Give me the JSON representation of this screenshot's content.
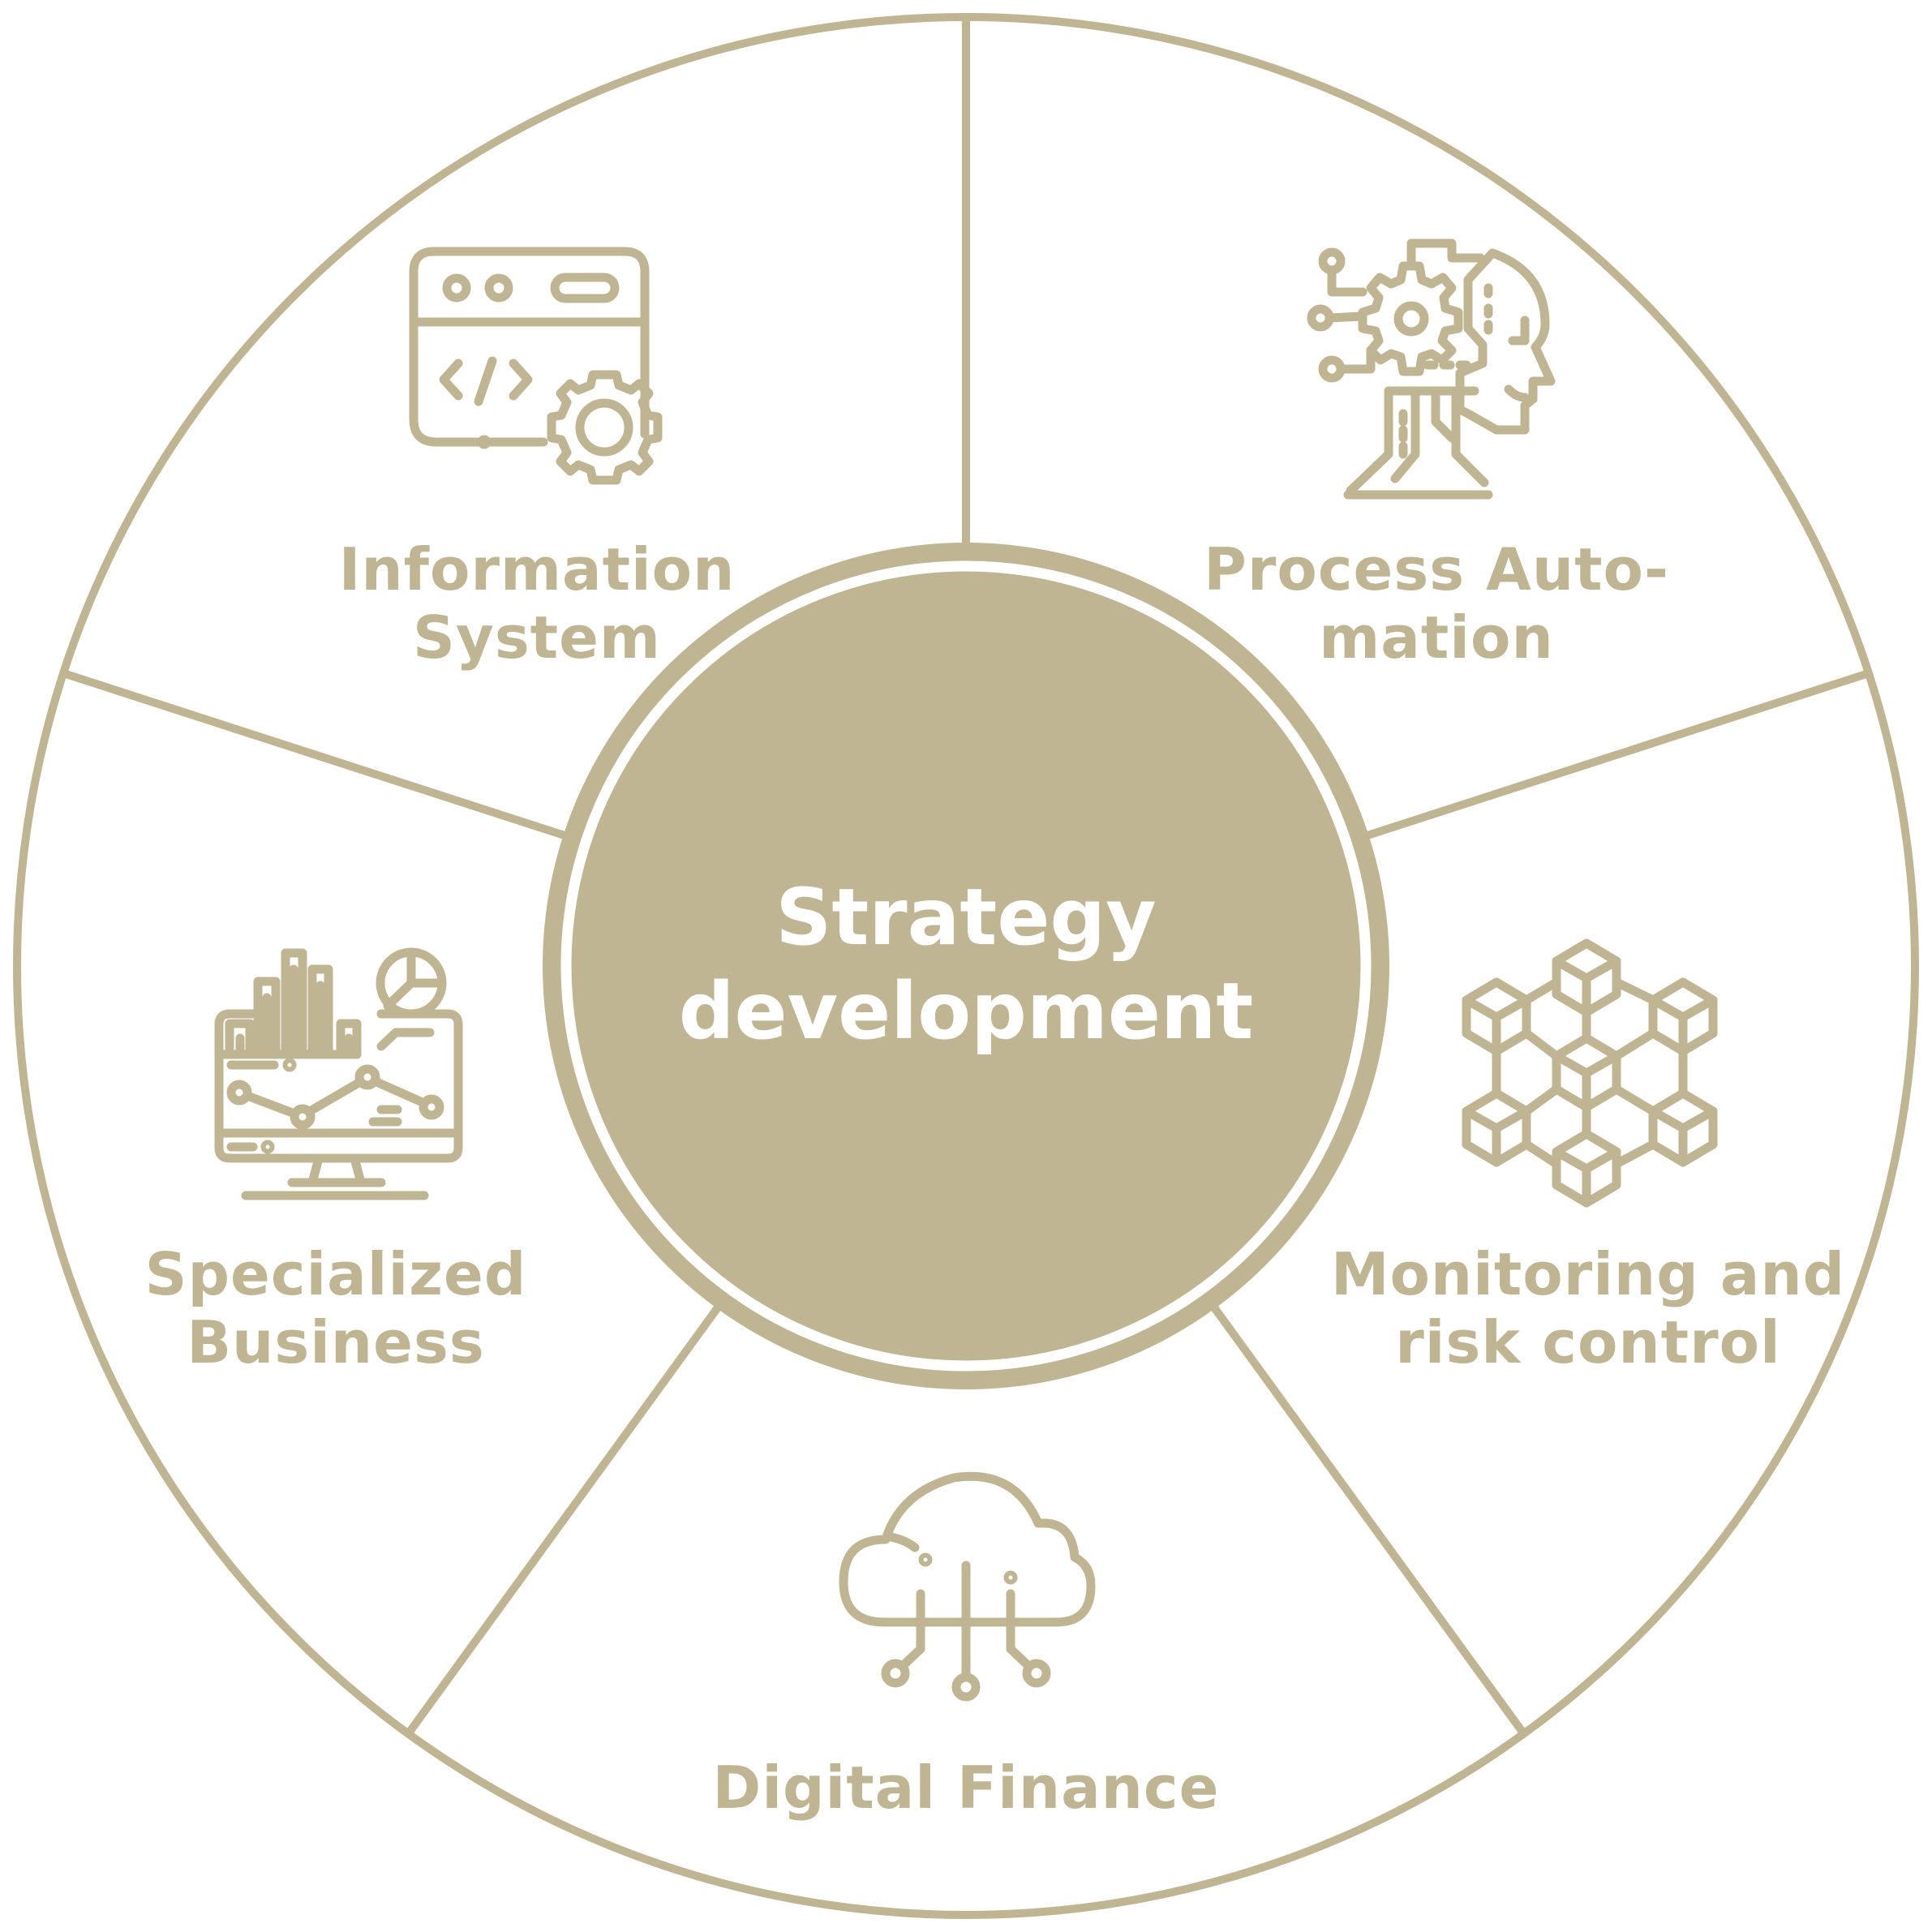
{
  "colors": {
    "accent": "#c0b592",
    "background": "#ffffff",
    "center_text": "#ffffff"
  },
  "center": {
    "line1": "Strategy",
    "line2": "development"
  },
  "segments": [
    {
      "icon": "code-settings-icon",
      "line1": "Information",
      "line2": "System"
    },
    {
      "icon": "automation-robot-icon",
      "line1": "Process Auto-",
      "line2": "mation"
    },
    {
      "icon": "blockchain-cubes-icon",
      "line1": "Monitoring and",
      "line2": "risk control"
    },
    {
      "icon": "cloud-network-icon",
      "line1": "Digital Finance",
      "line2": ""
    },
    {
      "icon": "analytics-monitor-icon",
      "line1": "Specialized",
      "line2": "Business"
    }
  ]
}
